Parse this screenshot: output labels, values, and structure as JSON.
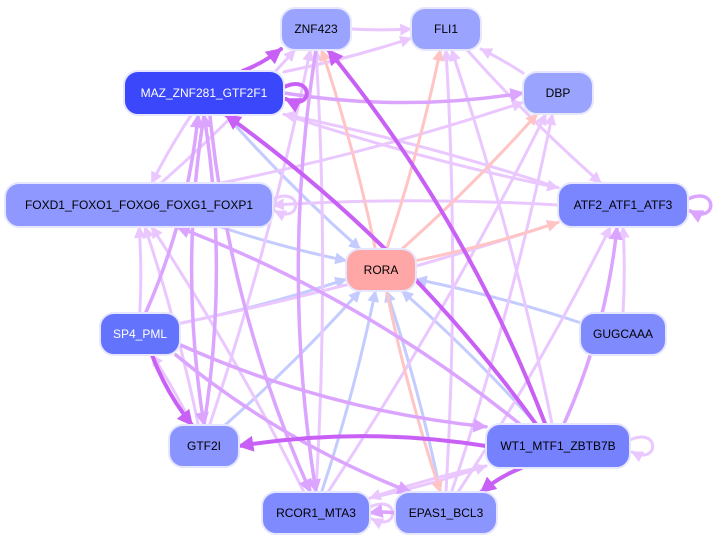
{
  "graph": {
    "type": "directed-network",
    "nodes": [
      {
        "id": "ZNF423",
        "label": "ZNF423",
        "fill": "#9aa4ff",
        "text": "#000000"
      },
      {
        "id": "FLI1",
        "label": "FLI1",
        "fill": "#9aa4ff",
        "text": "#000000"
      },
      {
        "id": "MAZ",
        "label": "MAZ_ZNF281_GTF2F1",
        "fill": "#3a47fb",
        "text": "#ffffff"
      },
      {
        "id": "DBP",
        "label": "DBP",
        "fill": "#9aa4ff",
        "text": "#000000"
      },
      {
        "id": "FOXD1",
        "label": "FOXD1_FOXO1_FOXO6_FOXG1_FOXP1",
        "fill": "#8f98fe",
        "text": "#000000"
      },
      {
        "id": "ATF2",
        "label": "ATF2_ATF1_ATF3",
        "fill": "#7a86fd",
        "text": "#000000"
      },
      {
        "id": "RORA",
        "label": "RORA",
        "fill": "#ffa6a6",
        "text": "#000000"
      },
      {
        "id": "GUGCAAA",
        "label": "GUGCAAA",
        "fill": "#7f8bfd",
        "text": "#000000"
      },
      {
        "id": "SP4",
        "label": "SP4_PML",
        "fill": "#6473fc",
        "text": "#ffffff"
      },
      {
        "id": "GTF2I",
        "label": "GTF2I",
        "fill": "#8a94fe",
        "text": "#000000"
      },
      {
        "id": "WT1",
        "label": "WT1_MTF1_ZBTB7B",
        "fill": "#7581fd",
        "text": "#000000"
      },
      {
        "id": "RCOR1",
        "label": "RCOR1_MTA3",
        "fill": "#7e8afd",
        "text": "#000000"
      },
      {
        "id": "EPAS1",
        "label": "EPAS1_BCL3",
        "fill": "#8b95fe",
        "text": "#000000"
      }
    ],
    "edge_colors": {
      "light": "#eac8ff",
      "medium": "#dba4ff",
      "strong": "#c960f5",
      "blue": "#c4ccff",
      "red": "#ffc4c4"
    },
    "edges": [
      {
        "from": "MAZ",
        "to": "ZNF423",
        "style": "strong"
      },
      {
        "from": "MAZ",
        "to": "FLI1",
        "style": "light"
      },
      {
        "from": "MAZ",
        "to": "DBP",
        "style": "medium"
      },
      {
        "from": "MAZ",
        "to": "MAZ",
        "style": "strong"
      },
      {
        "from": "MAZ",
        "to": "ATF2",
        "style": "light"
      },
      {
        "from": "MAZ",
        "to": "RORA",
        "style": "blue"
      },
      {
        "from": "MAZ",
        "to": "FOXD1",
        "style": "light"
      },
      {
        "from": "WT1",
        "to": "MAZ",
        "style": "strong"
      },
      {
        "from": "WT1",
        "to": "ZNF423",
        "style": "strong"
      },
      {
        "from": "WT1",
        "to": "FLI1",
        "style": "light"
      },
      {
        "from": "WT1",
        "to": "GTF2I",
        "style": "strong"
      },
      {
        "from": "WT1",
        "to": "WT1",
        "style": "light"
      },
      {
        "from": "WT1",
        "to": "RORA",
        "style": "blue"
      },
      {
        "from": "WT1",
        "to": "EPAS1",
        "style": "strong"
      },
      {
        "from": "WT1",
        "to": "ATF2",
        "style": "medium"
      },
      {
        "from": "RORA",
        "to": "ZNF423",
        "style": "red"
      },
      {
        "from": "RORA",
        "to": "FLI1",
        "style": "red"
      },
      {
        "from": "RORA",
        "to": "DBP",
        "style": "red"
      },
      {
        "from": "RORA",
        "to": "ATF2",
        "style": "red"
      },
      {
        "from": "RORA",
        "to": "EPAS1",
        "style": "red"
      },
      {
        "from": "GUGCAAA",
        "to": "RORA",
        "style": "blue"
      },
      {
        "from": "FOXD1",
        "to": "RORA",
        "style": "blue"
      },
      {
        "from": "FOXD1",
        "to": "DBP",
        "style": "light"
      },
      {
        "from": "ATF2",
        "to": "FOXD1",
        "style": "light"
      },
      {
        "from": "ATF2",
        "to": "ATF2",
        "style": "medium"
      },
      {
        "from": "ATF2",
        "to": "MAZ",
        "style": "light"
      },
      {
        "from": "SP4",
        "to": "RORA",
        "style": "blue"
      },
      {
        "from": "SP4",
        "to": "GTF2I",
        "style": "strong"
      },
      {
        "from": "SP4",
        "to": "FOXD1",
        "style": "light"
      },
      {
        "from": "SP4",
        "to": "MAZ",
        "style": "medium"
      },
      {
        "from": "SP4",
        "to": "ATF2",
        "style": "light"
      },
      {
        "from": "SP4",
        "to": "WT1",
        "style": "medium"
      },
      {
        "from": "SP4",
        "to": "EPAS1",
        "style": "medium"
      },
      {
        "from": "GTF2I",
        "to": "SP4",
        "style": "light"
      },
      {
        "from": "GTF2I",
        "to": "MAZ",
        "style": "medium"
      },
      {
        "from": "GTF2I",
        "to": "ZNF423",
        "style": "light"
      },
      {
        "from": "GTF2I",
        "to": "FOXD1",
        "style": "light"
      },
      {
        "from": "GTF2I",
        "to": "RORA",
        "style": "blue"
      },
      {
        "from": "RCOR1",
        "to": "RCOR1",
        "style": "light"
      },
      {
        "from": "RCOR1",
        "to": "ZNF423",
        "style": "light"
      },
      {
        "from": "RCOR1",
        "to": "DBP",
        "style": "light"
      },
      {
        "from": "RCOR1",
        "to": "RORA",
        "style": "blue"
      },
      {
        "from": "RCOR1",
        "to": "WT1",
        "style": "light"
      },
      {
        "from": "RCOR1",
        "to": "FOXD1",
        "style": "light"
      },
      {
        "from": "EPAS1",
        "to": "FLI1",
        "style": "light"
      },
      {
        "from": "EPAS1",
        "to": "DBP",
        "style": "light"
      },
      {
        "from": "EPAS1",
        "to": "RCOR1",
        "style": "medium"
      },
      {
        "from": "EPAS1",
        "to": "RORA",
        "style": "blue"
      },
      {
        "from": "EPAS1",
        "to": "ATF2",
        "style": "light"
      },
      {
        "from": "DBP",
        "to": "FLI1",
        "style": "light"
      },
      {
        "from": "ZNF423",
        "to": "FLI1",
        "style": "light"
      },
      {
        "from": "FOXD1",
        "to": "FOXD1",
        "style": "light"
      },
      {
        "from": "FOXD1",
        "to": "ZNF423",
        "style": "light"
      },
      {
        "from": "WT1",
        "to": "FOXD1",
        "style": "medium"
      },
      {
        "from": "WT1",
        "to": "RCOR1",
        "style": "light"
      },
      {
        "from": "ZNF423",
        "to": "RCOR1",
        "style": "medium"
      },
      {
        "from": "FLI1",
        "to": "ATF2",
        "style": "light"
      },
      {
        "from": "MAZ",
        "to": "RCOR1",
        "style": "medium"
      },
      {
        "from": "MAZ",
        "to": "GTF2I",
        "style": "medium"
      },
      {
        "from": "GUGCAAA",
        "to": "ATF2",
        "style": "light"
      }
    ]
  }
}
